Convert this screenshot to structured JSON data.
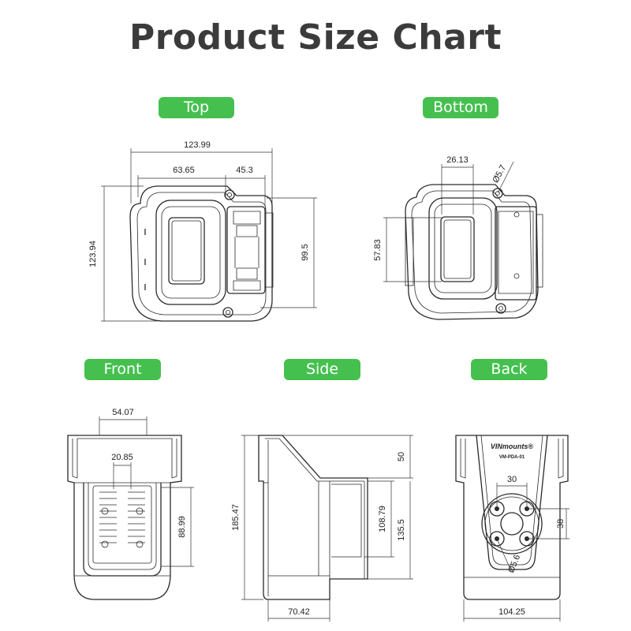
{
  "title": "Product Size Chart",
  "colors": {
    "label_bg": "#45c04f",
    "label_text": "#ffffff",
    "line": "#2a2a2a",
    "title": "#3b3b3b"
  },
  "views": {
    "top": {
      "label": "Top",
      "dims": {
        "width": "123.99",
        "left": "63.65",
        "right": "45.3",
        "height": "123.94",
        "inner": "99.5"
      }
    },
    "bottom": {
      "label": "Bottom",
      "dims": {
        "width": "26.13",
        "hole": "Ø5.7",
        "height": "57.83"
      }
    },
    "front": {
      "label": "Front",
      "dims": {
        "width": "54.07",
        "slot": "20.85",
        "height": "88.99"
      }
    },
    "side": {
      "label": "Side",
      "dims": {
        "total_height": "185.47",
        "top": "50",
        "inner": "108.79",
        "lower": "135.5",
        "depth": "70.42"
      }
    },
    "back": {
      "label": "Back",
      "dims": {
        "hole_spacing": "30",
        "spacing_v": "38",
        "hole": "Ø5.6",
        "width": "104.25"
      },
      "brand": "VINmounts®",
      "model": "VM-PDA-01"
    }
  }
}
